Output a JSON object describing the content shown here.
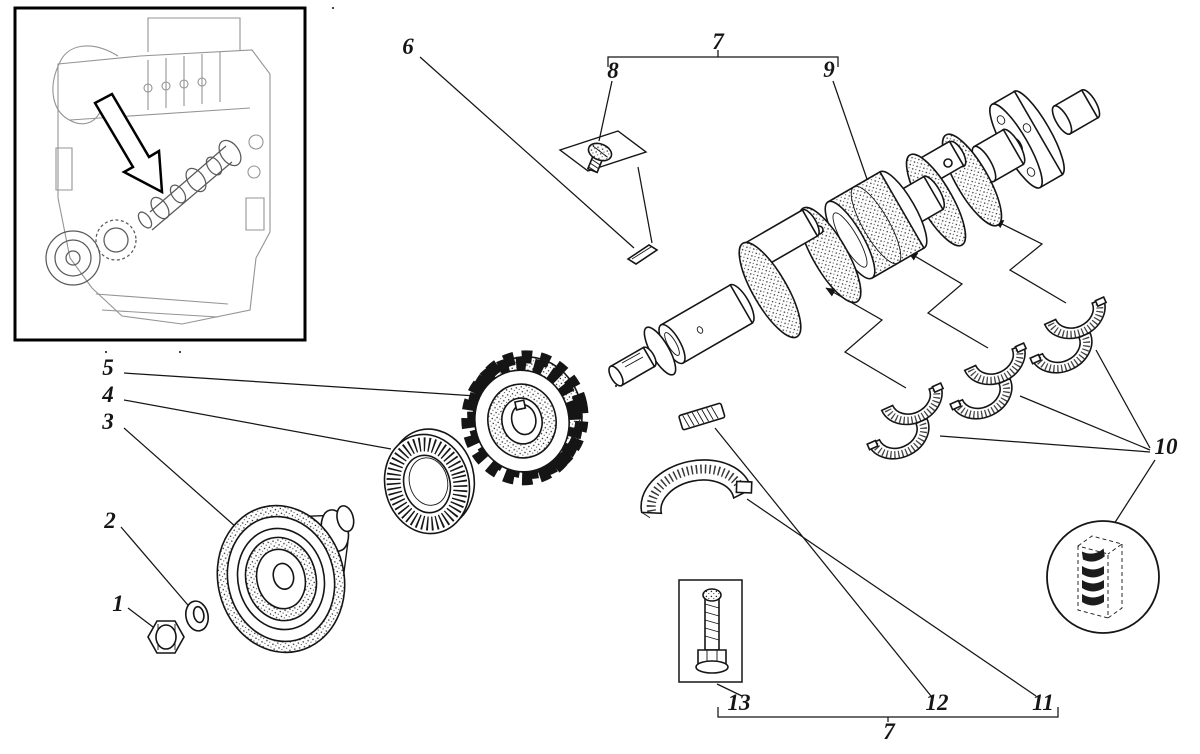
{
  "figure": {
    "type": "exploded-parts-diagram",
    "subject": "Engine crankshaft and main bearings - exploded view",
    "background_color": "#ffffff",
    "line_color": "#151515"
  },
  "callouts": {
    "n1": {
      "label": "1",
      "part": "hex-nut"
    },
    "n2": {
      "label": "2",
      "part": "lock-washer"
    },
    "n3": {
      "label": "3",
      "part": "crankshaft-pulley"
    },
    "n4": {
      "label": "4",
      "part": "slinger-ring"
    },
    "n5": {
      "label": "5",
      "part": "timing-gear"
    },
    "n6": {
      "label": "6",
      "part": "shaft-key"
    },
    "n7_top": {
      "label": "7",
      "part": "parts-group-bracket"
    },
    "n8": {
      "label": "8",
      "part": "set-screw"
    },
    "n9": {
      "label": "9",
      "part": "crankshaft"
    },
    "n10": {
      "label": "10",
      "part": "main-bearing-shells"
    },
    "n11": {
      "label": "11",
      "part": "thrust-half-ring"
    },
    "n12": {
      "label": "12",
      "part": "lock-plate"
    },
    "n13": {
      "label": "13",
      "part": "bearing-bolt"
    },
    "n7_bottom": {
      "label": "7",
      "part": "parts-group-bracket"
    }
  }
}
